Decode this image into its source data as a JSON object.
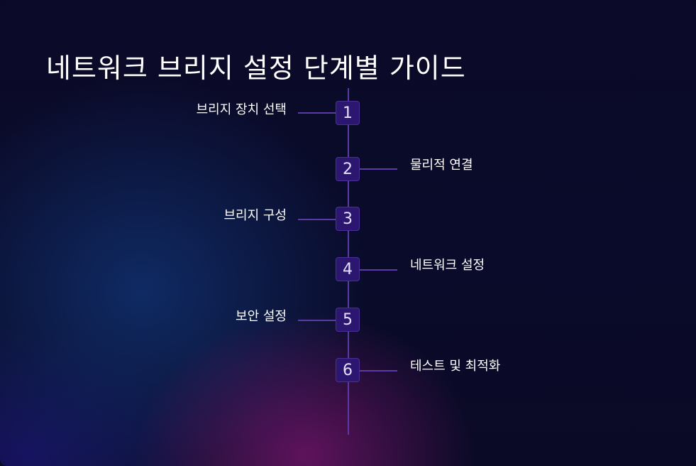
{
  "title": "네트워크 브리지 설정 단계별 가이드",
  "steps": [
    {
      "number": "1",
      "label": "브리지 장치 선택",
      "side": "left"
    },
    {
      "number": "2",
      "label": "물리적 연결",
      "side": "right"
    },
    {
      "number": "3",
      "label": "브리지 구성",
      "side": "left"
    },
    {
      "number": "4",
      "label": "네트워크 설정",
      "side": "right"
    },
    {
      "number": "5",
      "label": "보안 설정",
      "side": "left"
    },
    {
      "number": "6",
      "label": "테스트 및 최적화",
      "side": "right"
    }
  ]
}
